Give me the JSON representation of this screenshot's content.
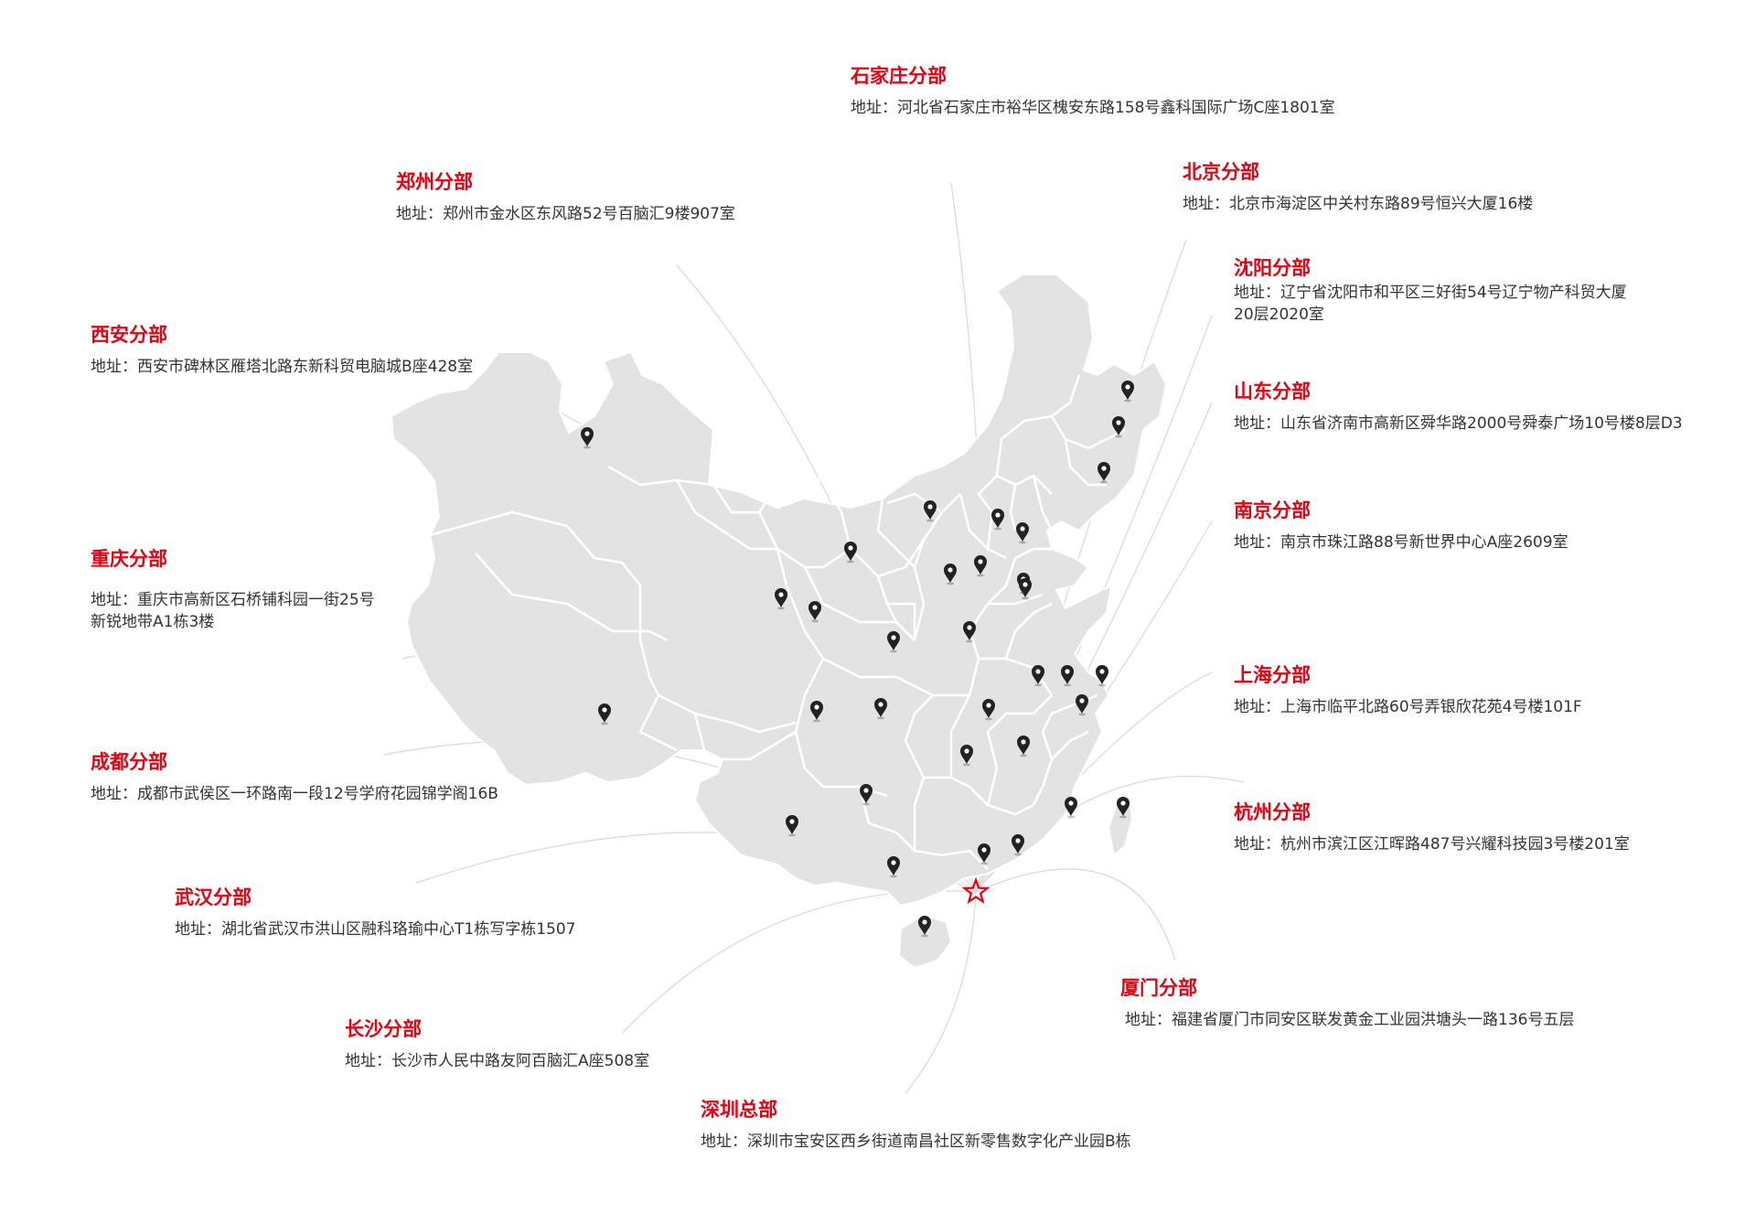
{
  "colors": {
    "accent": "#e60012",
    "map_fill": "#e3e3e3",
    "border": "#ffffff",
    "text": "#333333",
    "pin": "#222222",
    "line": "#d9d9d9"
  },
  "offices": [
    {
      "id": "shijiazhuang",
      "name": "石家庄分部",
      "address": [
        "地址：河北省石家庄市裕华区槐安东路158号鑫科国际广场C座1801室"
      ]
    },
    {
      "id": "zhengzhou",
      "name": "郑州分部",
      "address": [
        "地址：郑州市金水区东风路52号百脑汇9楼907室"
      ]
    },
    {
      "id": "beijing",
      "name": "北京分部",
      "address": [
        "地址：北京市海淀区中关村东路89号恒兴大厦16楼"
      ]
    },
    {
      "id": "shenyang",
      "name": "沈阳分部",
      "address": [
        "地址：辽宁省沈阳市和平区三好街54号辽宁物产科贸大厦",
        "20层2020室"
      ]
    },
    {
      "id": "xian",
      "name": "西安分部",
      "address": [
        "地址：西安市碑林区雁塔北路东新科贸电脑城B座428室"
      ]
    },
    {
      "id": "shandong",
      "name": "山东分部",
      "address": [
        "地址：山东省济南市高新区舜华路2000号舜泰广场10号楼8层D3"
      ]
    },
    {
      "id": "nanjing",
      "name": "南京分部",
      "address": [
        "地址：南京市珠江路88号新世界中心A座2609室"
      ]
    },
    {
      "id": "chongqing",
      "name": "重庆分部",
      "address": [
        "地址：重庆市高新区石桥铺科园一街25号",
        "新锐地带A1栋3楼"
      ]
    },
    {
      "id": "shanghai",
      "name": "上海分部",
      "address": [
        "地址：上海市临平北路60号弄银欣花苑4号楼101F"
      ]
    },
    {
      "id": "chengdu",
      "name": "成都分部",
      "address": [
        "地址：成都市武侯区一环路南一段12号学府花园锦学阁16B"
      ]
    },
    {
      "id": "hangzhou",
      "name": "杭州分部",
      "address": [
        "地址：杭州市滨江区江晖路487号兴耀科技园3号楼201室"
      ]
    },
    {
      "id": "wuhan",
      "name": "武汉分部",
      "address": [
        "地址：湖北省武汉市洪山区融科珞瑜中心T1栋写字栋1507"
      ]
    },
    {
      "id": "xiamen",
      "name": "厦门分部",
      "address": [
        "地址：福建省厦门市同安区联发黄金工业园洪塘头一路136号五层"
      ]
    },
    {
      "id": "changsha",
      "name": "长沙分部",
      "address": [
        "地址：长沙市人民中路友阿百脑汇A座508室"
      ]
    },
    {
      "id": "shenzhen",
      "name": "深圳总部",
      "address": [
        "地址：深圳市宝安区西乡街道南昌社区新零售数字化产业园B栋"
      ]
    }
  ],
  "map": {
    "pin_icon": "map-pin-icon",
    "headquarters_icon": "red-star-icon",
    "pin_count": 34
  }
}
